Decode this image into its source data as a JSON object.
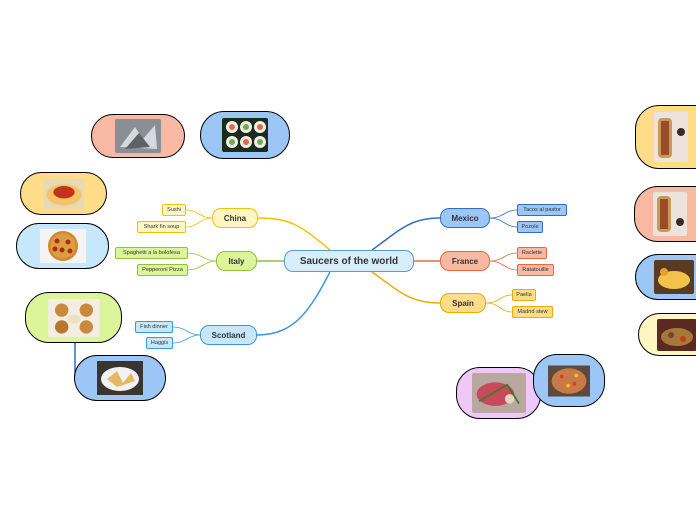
{
  "central": {
    "label": "Saucers of the world"
  },
  "branches": {
    "china": {
      "label": "China",
      "items": [
        "Sushi",
        "Shark fin soup"
      ]
    },
    "italy": {
      "label": "Italy",
      "items": [
        "Spaghetti a la bolofesa",
        "Pepperoni Pizza"
      ]
    },
    "scotland": {
      "label": "Scotland",
      "items": [
        "Fish dinner",
        "Haggis"
      ]
    },
    "mexico": {
      "label": "Mexico",
      "items": [
        "Tacos al pastor",
        "Pozole"
      ]
    },
    "france": {
      "label": "France",
      "items": [
        "Raclette",
        "Ratatouille"
      ]
    },
    "spain": {
      "label": "Spain",
      "items": [
        "Paella",
        "Madrid stew"
      ]
    }
  },
  "image_cards": [
    {
      "id": "shark-fin-photo",
      "depicts": "shark fin soup",
      "color": "#f7b9a2"
    },
    {
      "id": "sushi-photo",
      "depicts": "sushi rolls",
      "color": "#9cc6f5"
    },
    {
      "id": "spaghetti-photo",
      "depicts": "spaghetti",
      "color": "#ffdd88"
    },
    {
      "id": "pizza-photo",
      "depicts": "pepperoni pizza",
      "color": "#c7e8fb"
    },
    {
      "id": "fish-dinner-photo",
      "depicts": "fish dinner",
      "color": "#dcf59a"
    },
    {
      "id": "haggis-photo",
      "depicts": "haggis",
      "color": "#9cc6f5"
    },
    {
      "id": "ratatouille-photo",
      "depicts": "ratatouille",
      "color": "#eec9f8"
    },
    {
      "id": "paella-photo",
      "depicts": "paella",
      "color": "#9cc6f5"
    },
    {
      "id": "tacos-photo",
      "depicts": "tacos al pastor",
      "color": "#ffdd88"
    },
    {
      "id": "pozole-photo",
      "depicts": "pozole",
      "color": "#f7b9a2"
    },
    {
      "id": "raclette-photo",
      "depicts": "raclette",
      "color": "#9cc6f5"
    },
    {
      "id": "madrid-stew-photo",
      "depicts": "madrid stew",
      "color": "#fff6c4"
    }
  ],
  "colors": {
    "china": "#f2c200",
    "italy": "#8fc23b",
    "scotland": "#3a9ad9",
    "mexico": "#2f6fbf",
    "france": "#e56a3f",
    "spain": "#f2a900"
  }
}
